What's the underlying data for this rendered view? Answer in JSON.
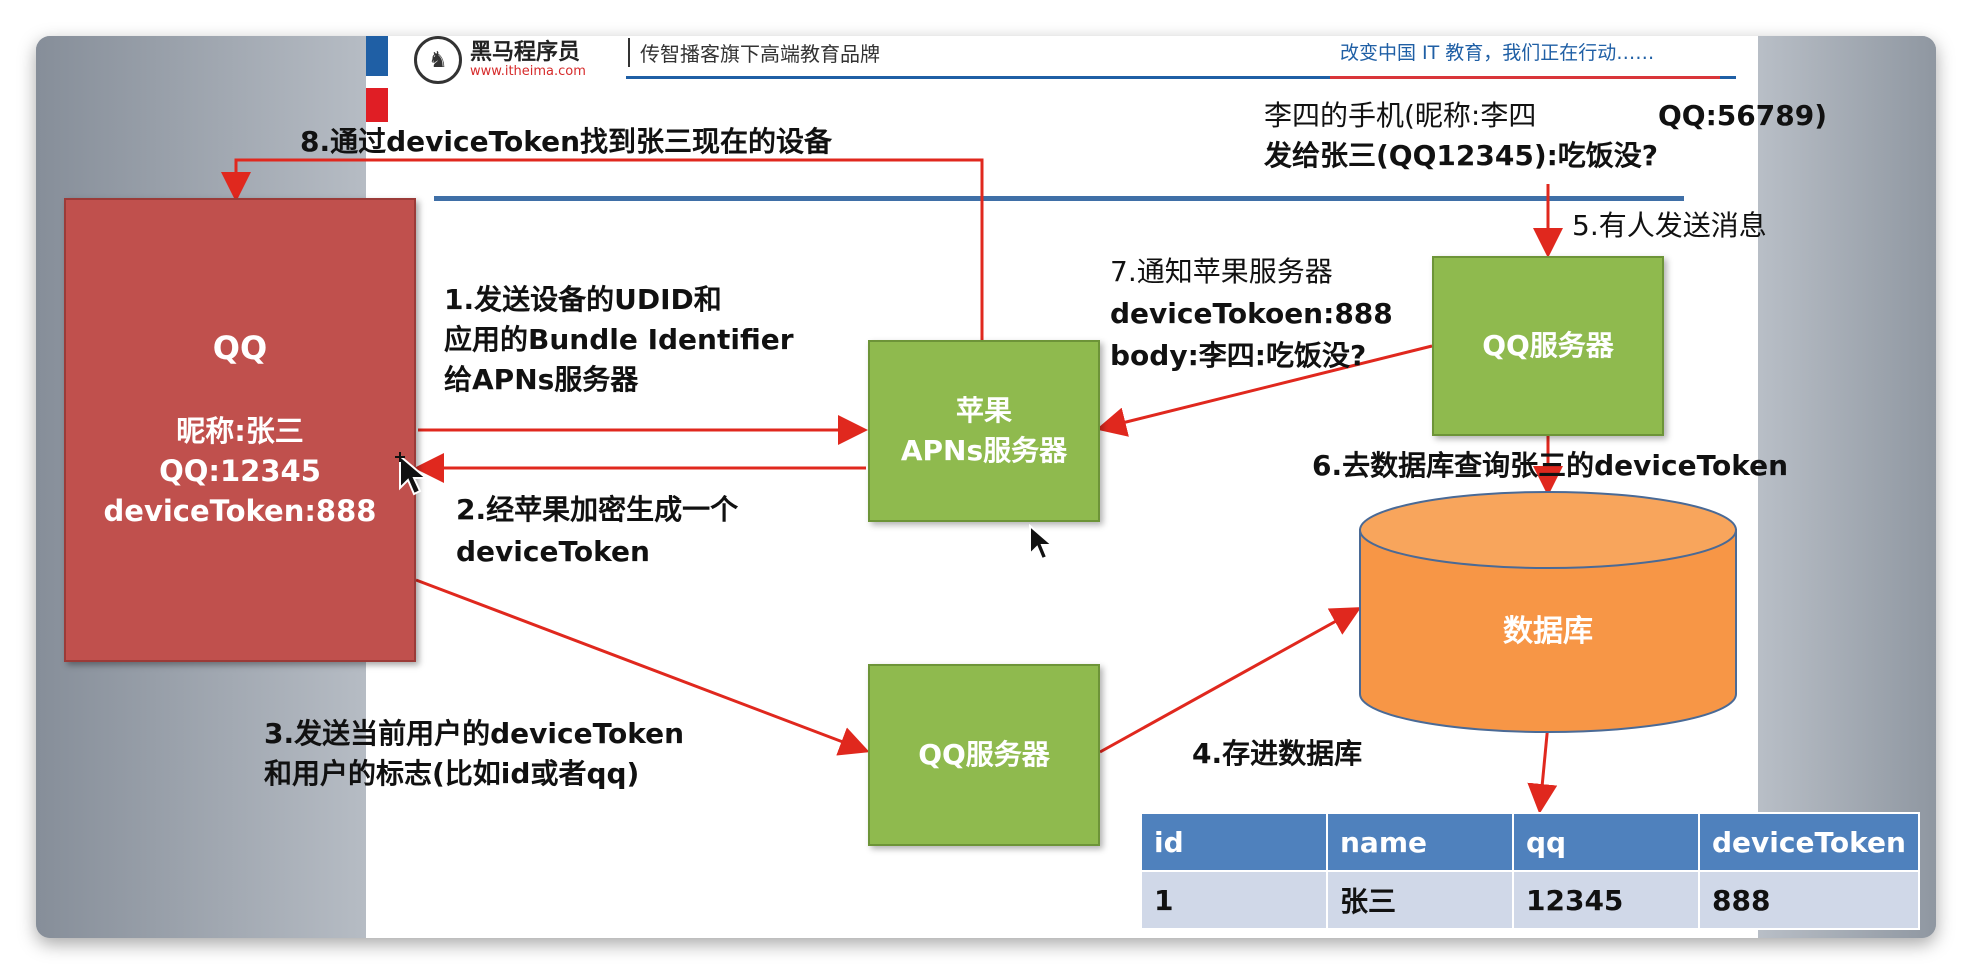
{
  "brand": {
    "name": "黑马程序员",
    "url": "www.itheima.com",
    "slogan": "传智播客旗下高端教育品牌",
    "right_text": "改变中国 IT 教育，我们正在行动……"
  },
  "nodes": {
    "qq_client": {
      "title": "QQ",
      "nickname": "昵称:张三",
      "qq": "QQ:12345",
      "token": "deviceToken:888"
    },
    "apns_line1": "苹果",
    "apns_line2": "APNs服务器",
    "qq_server_top": "QQ服务器",
    "qq_server_bottom": "QQ服务器",
    "database": "数据库"
  },
  "labels": {
    "step8": "8.通过deviceToken找到张三现在的设备",
    "lisi_line1": "李四的手机(昵称:李四",
    "lisi_qq": "QQ:56789)",
    "lisi_line2": "发给张三(QQ12345):吃饭没?",
    "step5": "5.有人发送消息",
    "step7_line1": "7.通知苹果服务器",
    "step7_line2": "deviceTokoen:888",
    "step7_line3": "body:李四:吃饭没?",
    "step1_line1": "1.发送设备的UDID和",
    "step1_line2": "应用的Bundle Identifier",
    "step1_line3": "给APNs服务器",
    "step2_line1": "2.经苹果加密生成一个",
    "step2_line2": "deviceToken",
    "step6": "6.去数据库查询张三的deviceToken",
    "step3_line1": "3.发送当前用户的deviceToken",
    "step3_line2": "和用户的标志(比如id或者qq)",
    "step4": "4.存进数据库"
  },
  "table": {
    "headers": [
      "id",
      "name",
      "qq",
      "deviceToken"
    ],
    "rows": [
      [
        "1",
        "张三",
        "12345",
        "888"
      ]
    ]
  },
  "colors": {
    "client_box": "#c0504d",
    "server_box": "#8fba4e",
    "database": "#f79646",
    "arrow": "#e0281e",
    "table_header": "#4f81bd",
    "table_cell": "#d0d8e8"
  }
}
